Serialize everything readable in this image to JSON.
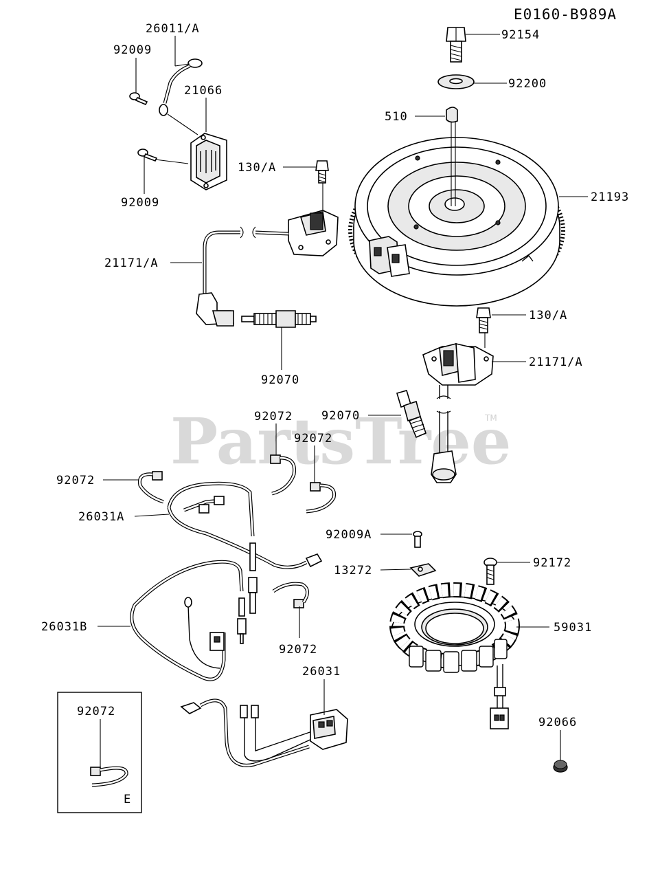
{
  "diagram": {
    "code": "E0160-B989A",
    "watermark": "PartsTree",
    "trademark": "TM",
    "inset_letter": "E",
    "labels": {
      "p26011A": "26011/A",
      "p92009_top": "92009",
      "p21066": "21066",
      "p92009_bottom": "92009",
      "p92154": "92154",
      "p92200": "92200",
      "p510": "510",
      "p130A_top": "130/A",
      "p21193": "21193",
      "p21171A_left": "21171/A",
      "p92070_left": "92070",
      "p130A_right": "130/A",
      "p21171A_right": "21171/A",
      "p92072_a": "92072",
      "p92072_b": "92072",
      "p92070_center": "92070",
      "p92072_c": "92072",
      "p26031A": "26031A",
      "p92009A": "92009A",
      "p13272": "13272",
      "p92172": "92172",
      "p26031B": "26031B",
      "p92072_d": "92072",
      "p59031": "59031",
      "p26031": "26031",
      "p92072_inset": "92072",
      "p92066": "92066"
    }
  }
}
